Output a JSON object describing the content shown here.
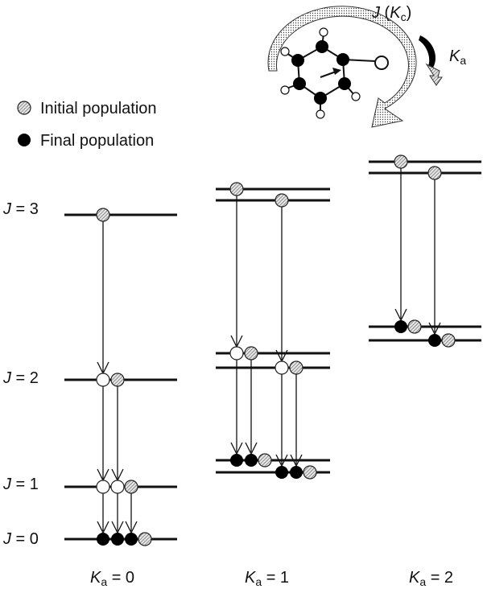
{
  "legend": {
    "initial": "Initial population",
    "final": "Final population"
  },
  "j_levels": [
    {
      "var": "J",
      "text": " = 3"
    },
    {
      "var": "J",
      "text": " = 2"
    },
    {
      "var": "J",
      "text": " = 1"
    },
    {
      "var": "J",
      "text": " = 0"
    }
  ],
  "ka_labels": [
    {
      "var": "K",
      "sub": "a",
      "text": " = 0"
    },
    {
      "var": "K",
      "sub": "a",
      "text": " = 1"
    },
    {
      "var": "K",
      "sub": "a",
      "text": " = 2"
    }
  ],
  "inset": {
    "j_label_var": "J",
    "j_label_paren_open": " (",
    "j_label_sub_var": "K",
    "j_label_sub": "c",
    "j_label_paren_close": ")",
    "ka_label_var": "K",
    "ka_label_sub": "a"
  },
  "colors": {
    "line": "#111111",
    "initial_fill": "#bdbdbd",
    "final_fill": "#000000",
    "empty_fill": "#ffffff"
  }
}
